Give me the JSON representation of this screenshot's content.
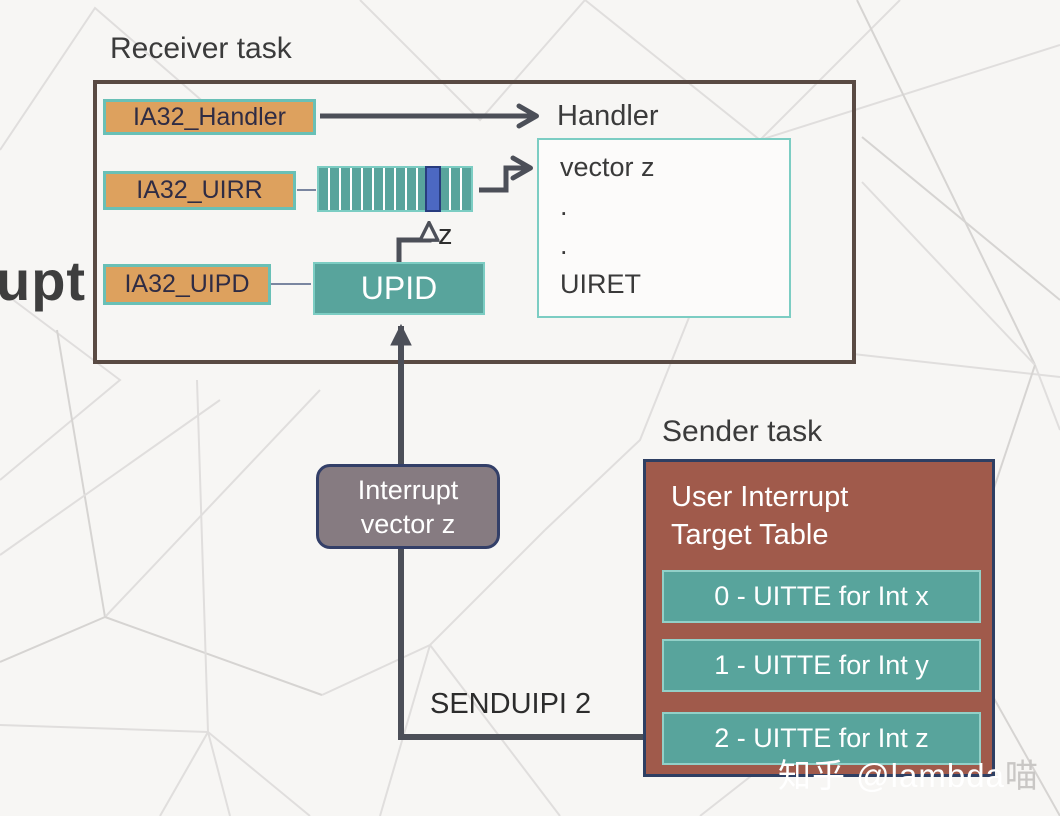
{
  "edge_text_fragment": "upt",
  "receiver": {
    "title": "Receiver task",
    "registers": [
      "IA32_Handler",
      "IA32_UIRR",
      "IA32_UIPD"
    ],
    "upid_label": "UPID",
    "z_label": "z",
    "handler_title": "Handler",
    "handler_lines": [
      "vector z",
      ".",
      ".",
      "UIRET"
    ]
  },
  "interrupt_vector": {
    "lines": [
      "Interrupt",
      "vector z"
    ]
  },
  "sender": {
    "title": "Sender task",
    "table_title_lines": [
      "User Interrupt",
      "Target Table"
    ],
    "rows": [
      "0 - UITTE for Int x",
      "1 - UITTE for Int y",
      "2 - UITTE for Int z"
    ]
  },
  "labels": {
    "senduipi": "SENDUIPI 2"
  },
  "watermark": {
    "main": "知乎 @lambda",
    "suffix": "喵"
  },
  "colors": {
    "bg": "#f7f6f4",
    "teal": "#58a49c",
    "teal_border": "#7ccdc3",
    "row_border": "#92d0c8",
    "orange": "#dda15e",
    "orange_border": "#69c0b6",
    "brown": "#a05a4b",
    "navy_border": "#2e3f63",
    "arrow": "#4c4f58",
    "wire_thin": "#7a86a0",
    "blue_cell": "#4c68c2",
    "blue_cell_border": "#283c7e",
    "gray_box": "#867b81",
    "gray_box_border": "#333f68",
    "receiver_border": "#594a43",
    "text_dark": "#3b3b3b",
    "label_text": "#2f2c44",
    "mesh": "#e0dedd",
    "mesh_dark": "#d6d4d2",
    "watermark_suffix": "#c9c7c5"
  }
}
